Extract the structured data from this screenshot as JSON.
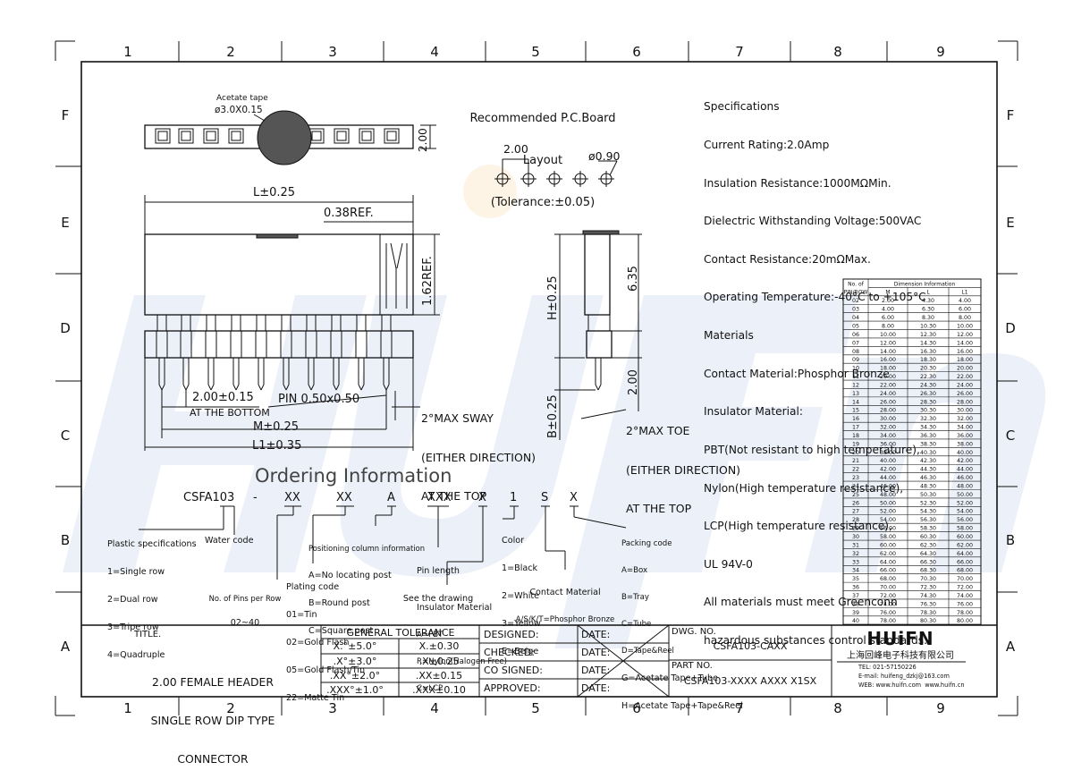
{
  "grid": {
    "columns": [
      "1",
      "2",
      "3",
      "4",
      "5",
      "6",
      "7",
      "8",
      "9"
    ],
    "rows": [
      "F",
      "E",
      "D",
      "C",
      "B",
      "A"
    ]
  },
  "watermark": {
    "text": "HUIFN"
  },
  "top_view": {
    "acetate_label": "Acetate tape",
    "acetate_dim": "ø3.0X0.15",
    "height_dim": "2.00"
  },
  "pcb": {
    "title_lines": [
      "Recommended P.C.Board",
      "Layout",
      "(Tolerance:±0.05)"
    ],
    "pitch": "2.00",
    "hole": "ø0.90"
  },
  "front_view": {
    "L": "L±0.25",
    "ref038": "0.38REF.",
    "ref162": "1.62REF.",
    "pitch": "2.00±0.15",
    "at_bottom": "AT THE BOTTOM",
    "pin": "PIN 0.50x0.50",
    "M": "M±0.25",
    "L1": "L1±0.35",
    "sway": [
      "2°MAX SWAY",
      "(EITHER DIRECTION)",
      "AT THE TOP"
    ]
  },
  "side_view": {
    "H": "H±0.25",
    "d635": "6.35",
    "d200": "2.00",
    "B": "B±0.25",
    "toe": [
      "2°MAX TOE",
      "(EITHER DIRECTION)",
      "AT THE TOP"
    ]
  },
  "specifications": [
    "Specifications",
    "Current Rating:2.0Amp",
    "Insulation Resistance:1000MΩMin.",
    "Dielectric Withstanding Voltage:500VAC",
    "Contact Resistance:20mΩMax.",
    "Operating Temperature:-40°C to +105°C",
    "Materials",
    "Contact Material:Phosphor Bronze",
    "Insulator Material:",
    "PBT(Not resistant to high temperature),",
    "Nylon(High temperature resistance),",
    "LCP(High temperature resistance),",
    "UL 94V-0",
    "All materials must meet Greenconn",
    "hazardous substances control standards."
  ],
  "dimension_table": {
    "header_top": [
      "No. of",
      "Dimension Information"
    ],
    "header_sub": [
      "PIN/ROW",
      "M",
      "L",
      "L1"
    ],
    "rows": [
      [
        "02",
        "2.00",
        "4.30",
        "4.00"
      ],
      [
        "03",
        "4.00",
        "6.30",
        "6.00"
      ],
      [
        "04",
        "6.00",
        "8.30",
        "8.00"
      ],
      [
        "05",
        "8.00",
        "10.30",
        "10.00"
      ],
      [
        "06",
        "10.00",
        "12.30",
        "12.00"
      ],
      [
        "07",
        "12.00",
        "14.30",
        "14.00"
      ],
      [
        "08",
        "14.00",
        "16.30",
        "16.00"
      ],
      [
        "09",
        "16.00",
        "18.30",
        "18.00"
      ],
      [
        "10",
        "18.00",
        "20.30",
        "20.00"
      ],
      [
        "11",
        "20.00",
        "22.30",
        "22.00"
      ],
      [
        "12",
        "22.00",
        "24.30",
        "24.00"
      ],
      [
        "13",
        "24.00",
        "26.30",
        "26.00"
      ],
      [
        "14",
        "26.00",
        "28.30",
        "28.00"
      ],
      [
        "15",
        "28.00",
        "30.30",
        "30.00"
      ],
      [
        "16",
        "30.00",
        "32.30",
        "32.00"
      ],
      [
        "17",
        "32.00",
        "34.30",
        "34.00"
      ],
      [
        "18",
        "34.00",
        "36.30",
        "36.00"
      ],
      [
        "19",
        "36.00",
        "38.30",
        "38.00"
      ],
      [
        "20",
        "38.00",
        "40.30",
        "40.00"
      ],
      [
        "21",
        "40.00",
        "42.30",
        "42.00"
      ],
      [
        "22",
        "42.00",
        "44.30",
        "44.00"
      ],
      [
        "23",
        "44.00",
        "46.30",
        "46.00"
      ],
      [
        "24",
        "46.00",
        "48.30",
        "48.00"
      ],
      [
        "25",
        "48.00",
        "50.30",
        "50.00"
      ],
      [
        "26",
        "50.00",
        "52.30",
        "52.00"
      ],
      [
        "27",
        "52.00",
        "54.30",
        "54.00"
      ],
      [
        "28",
        "54.00",
        "56.30",
        "56.00"
      ],
      [
        "29",
        "56.00",
        "58.30",
        "58.00"
      ],
      [
        "30",
        "58.00",
        "60.30",
        "60.00"
      ],
      [
        "31",
        "60.00",
        "62.30",
        "62.00"
      ],
      [
        "32",
        "62.00",
        "64.30",
        "64.00"
      ],
      [
        "33",
        "64.00",
        "66.30",
        "66.00"
      ],
      [
        "34",
        "66.00",
        "68.30",
        "68.00"
      ],
      [
        "35",
        "68.00",
        "70.30",
        "70.00"
      ],
      [
        "36",
        "70.00",
        "72.30",
        "72.00"
      ],
      [
        "37",
        "72.00",
        "74.30",
        "74.00"
      ],
      [
        "38",
        "74.00",
        "76.30",
        "76.00"
      ],
      [
        "39",
        "76.00",
        "78.30",
        "78.00"
      ],
      [
        "40",
        "78.00",
        "80.30",
        "80.00"
      ]
    ]
  },
  "ordering": {
    "title": "Ordering Information",
    "code": [
      "CSFA103",
      "-",
      "XX",
      "XX",
      "A",
      "XXX",
      "X",
      "1",
      "S",
      "X"
    ],
    "plastic": [
      "Plastic specifications",
      "1=Single row",
      "2=Dual row",
      "3=Tripe row",
      "4=Quadruple"
    ],
    "water": "Water code",
    "pins": [
      "No. of Pins per Row",
      "02~40"
    ],
    "positioning": [
      "Positioning column information",
      "A=No locating post",
      "B=Round post",
      "C=Square post"
    ],
    "plating": [
      "Plating code",
      "01=Tin",
      "02=Gold Flash",
      "05=Gold Flash/Tin",
      "22=Matte Tin"
    ],
    "pin_length": [
      "Pin length",
      "See the drawing"
    ],
    "insulator": [
      "Insulator Material",
      "A=PBT",
      "R=Nylon(Halogen Free)",
      "C=LCP"
    ],
    "color": [
      "Color",
      "1=Black",
      "2=White",
      "3=Yellow",
      "E=Beige"
    ],
    "contact": [
      "Contact Material",
      "A/S/K/T=Phosphor Bronze"
    ],
    "packing": [
      "Packing code",
      "A=Box",
      "B=Tray",
      "C=Tube",
      "D=Tape&Reel",
      "G=Acetate Tape+Tube",
      "H=Acetate Tape+Tape&Reel"
    ]
  },
  "title_block": {
    "title_label": "TITLE.",
    "title_lines": [
      "2.00 FEMALE HEADER",
      "SINGLE ROW DIP TYPE",
      "CONNECTOR"
    ],
    "tolerance_header": "GENERAL TOLERANCE",
    "tolerance_rows": [
      [
        "X.°±5.0°",
        "X.±0.30"
      ],
      [
        ".X°±3.0°",
        ".X±0.25"
      ],
      [
        ".XX°±2.0°",
        ".XX±0.15"
      ],
      [
        ".XXX°±1.0°",
        ".XXX±0.10"
      ]
    ],
    "approvals": [
      "DESIGNED:",
      "CHECKED:",
      "CO SIGNED:",
      "APPROVED:"
    ],
    "date_label": "DATE:",
    "dwg_label": "DWG. NO.",
    "dwg_no": "CSFA103-CAXX",
    "part_label": "PART NO.",
    "part_no": "CSFA103-XXXX AXXX X1SX",
    "company_logo": "HUiFN",
    "company_name": "上海回峰电子科技有限公司",
    "company_tel": "TEL: 021-57150226",
    "company_email": "E-mail: huifeng_dzkj@163.com",
    "company_web": "WEB: www.huifn.com  www.huifn.cn"
  },
  "colors": {
    "line": "#111111",
    "watermark": "#6b88c4",
    "orange": "#f4a640",
    "fill": "#555555"
  }
}
